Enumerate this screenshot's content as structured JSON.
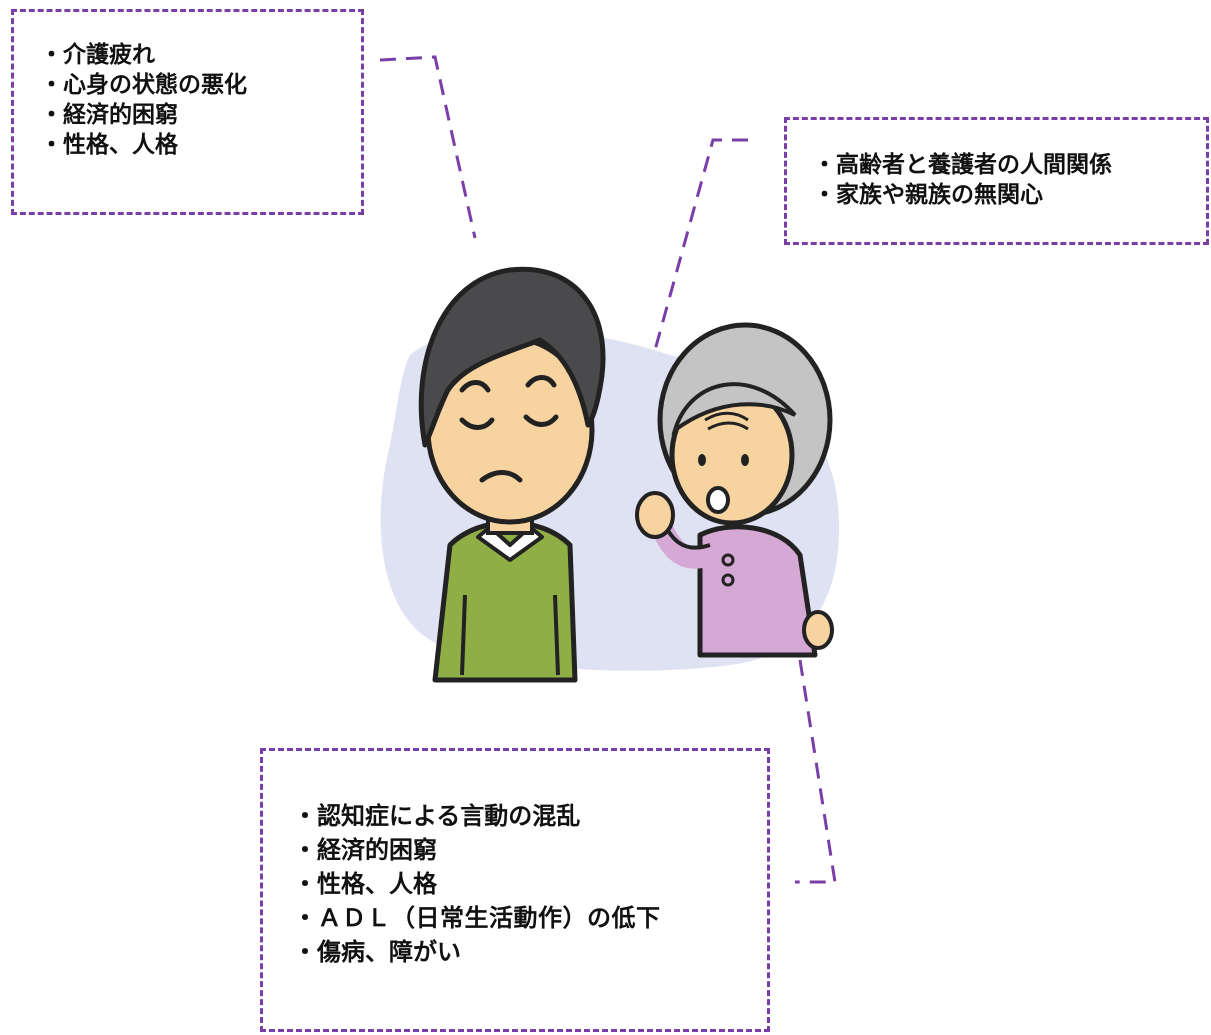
{
  "colors": {
    "accent": "#7a3ea8",
    "text": "#111111",
    "bg_blob": "#dfe2f3"
  },
  "illustration": {
    "icon": "caregiver-and-elderly-woman-illustration"
  },
  "box_top_left": {
    "items": [
      "・介護疲れ",
      "・心身の状態の悪化",
      "・経済的困窮",
      "・性格、人格"
    ]
  },
  "box_top_right": {
    "items": [
      "・高齢者と養護者の人間関係",
      "・家族や親族の無関心"
    ]
  },
  "box_bottom": {
    "items": [
      "・認知症による言動の混乱",
      "・経済的困窮",
      "・性格、人格",
      "・ＡＤＬ（日常生活動作）の低下",
      "・傷病、障がい"
    ]
  }
}
